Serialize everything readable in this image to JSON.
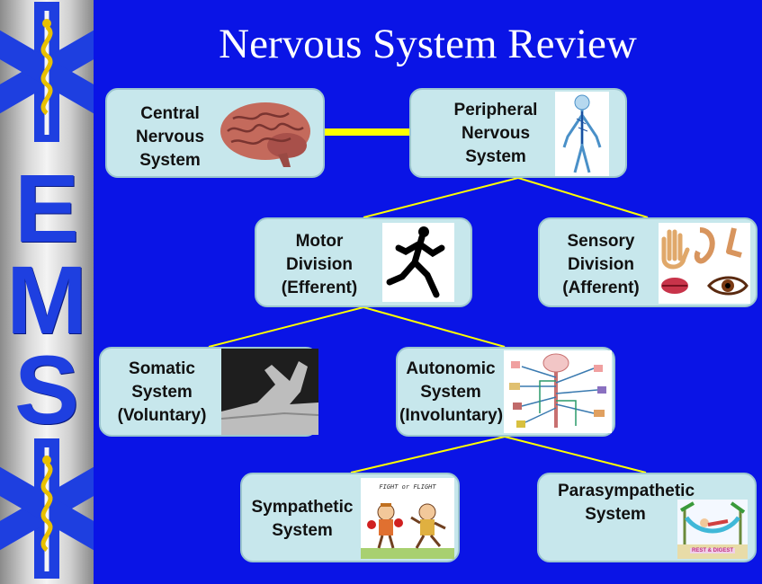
{
  "title": "Nervous System Review",
  "sidebar": {
    "letters": [
      "E",
      "M",
      "S"
    ]
  },
  "nodes": {
    "central": [
      "Central",
      "Nervous",
      "System"
    ],
    "peripheral": [
      "Peripheral",
      "Nervous",
      "System"
    ],
    "motor": [
      "Motor",
      "Division",
      "(Efferent)"
    ],
    "sensory": [
      "Sensory",
      "Division",
      "(Afferent)"
    ],
    "somatic": [
      "Somatic",
      "System",
      "(Voluntary)"
    ],
    "autonomic": [
      "Autonomic",
      "System",
      "(Involuntary)"
    ],
    "sympathetic": [
      "Sympathetic",
      "System"
    ],
    "parasympathetic": [
      "Parasympathetic",
      "System"
    ]
  },
  "images": {
    "fight_flight_caption": "FIGHT or FLIGHT",
    "rest_digest_caption": "REST & DIGEST"
  },
  "colors": {
    "background": "#0a14e6",
    "box_fill": "#c7e7ec",
    "connector": "#ffff00",
    "letters": "#1e3fe0"
  }
}
